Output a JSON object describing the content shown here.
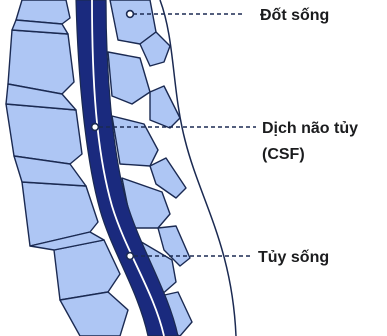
{
  "colors": {
    "vertebra_fill": "#aec6f4",
    "outline": "#1b2a52",
    "spinal_cord": "#1a2a7e",
    "csf_line": "#ffffff",
    "leader_line": "#1b2a52",
    "label_text": "#1b1c1e"
  },
  "labels": {
    "vertebra": "Đốt sống",
    "csf_line1": "Dịch não tủy",
    "csf_line2": "(CSF)",
    "spinal_cord": "Tủy sống"
  }
}
